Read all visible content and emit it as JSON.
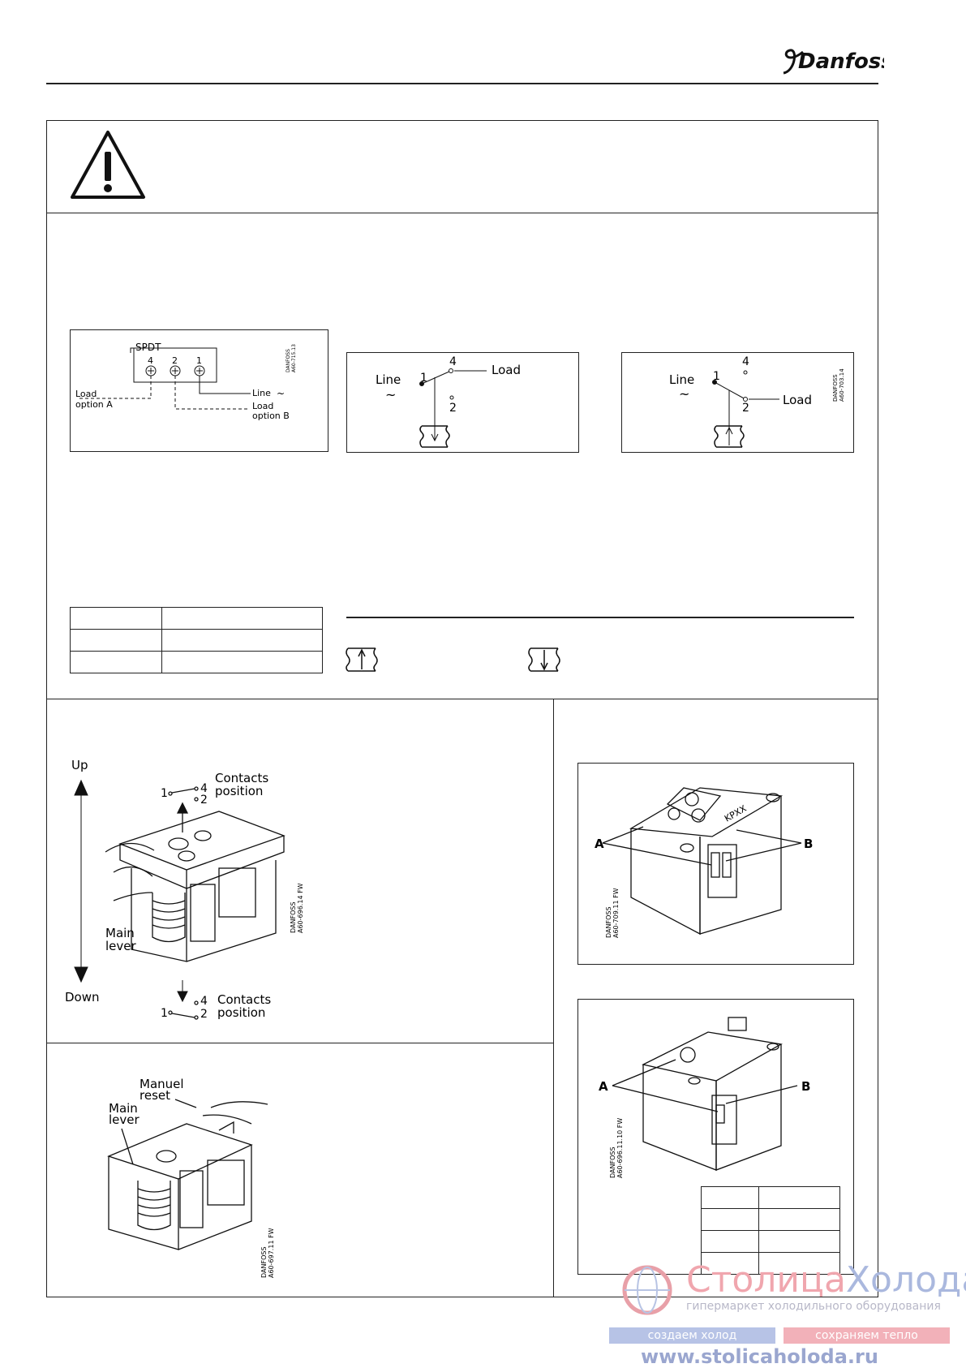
{
  "header": {
    "brand": "Danfoss"
  },
  "wiring": {
    "spdt": {
      "title": "SPDT",
      "terminals": [
        "4",
        "2",
        "1"
      ],
      "load_a": [
        "Load",
        "option  A"
      ],
      "line": "Line",
      "load_b": [
        "Load",
        "option  B"
      ],
      "code": [
        "DANFOSS",
        "A60-715.13"
      ]
    },
    "diagram_left": {
      "line": "Line",
      "load": "Load",
      "t1": "1",
      "t4": "4",
      "t2": "2"
    },
    "diagram_right": {
      "line": "Line",
      "load": "Load",
      "t1": "1",
      "t4": "4",
      "t2": "2",
      "code": [
        "DANFOSS",
        "A60-703.14"
      ]
    }
  },
  "manual_test": {
    "up": "Up",
    "down": "Down",
    "contacts_position": [
      "Contacts",
      "position"
    ],
    "terminals": [
      "1",
      "4",
      "2"
    ],
    "main_lever": [
      "Main",
      "lever"
    ],
    "code": [
      "DANFOSS",
      "A60-696.14 FW"
    ]
  },
  "manual_reset": {
    "manual_reset": [
      "Manuel",
      "reset"
    ],
    "main_lever": [
      "Main",
      "lever"
    ],
    "code": [
      "DANFOSS",
      "A60-697.11 FW"
    ]
  },
  "windows": {
    "fig1": {
      "a": "A",
      "b": "B",
      "model": "KPXX",
      "code": [
        "DANFOSS",
        "A60-709.11 FW"
      ]
    },
    "fig2": {
      "a": "A",
      "b": "B",
      "code": [
        "DANFOSS",
        "A60-696.11.10 FW"
      ]
    }
  },
  "watermark": {
    "title_a": "Столица",
    "title_b": "Холода",
    "subtitle": "гипермаркет холодильного оборудования",
    "slogan_a": "создаем холод",
    "slogan_b": "сохраняем тепло",
    "url": "www.stolicaholoda.ru"
  }
}
